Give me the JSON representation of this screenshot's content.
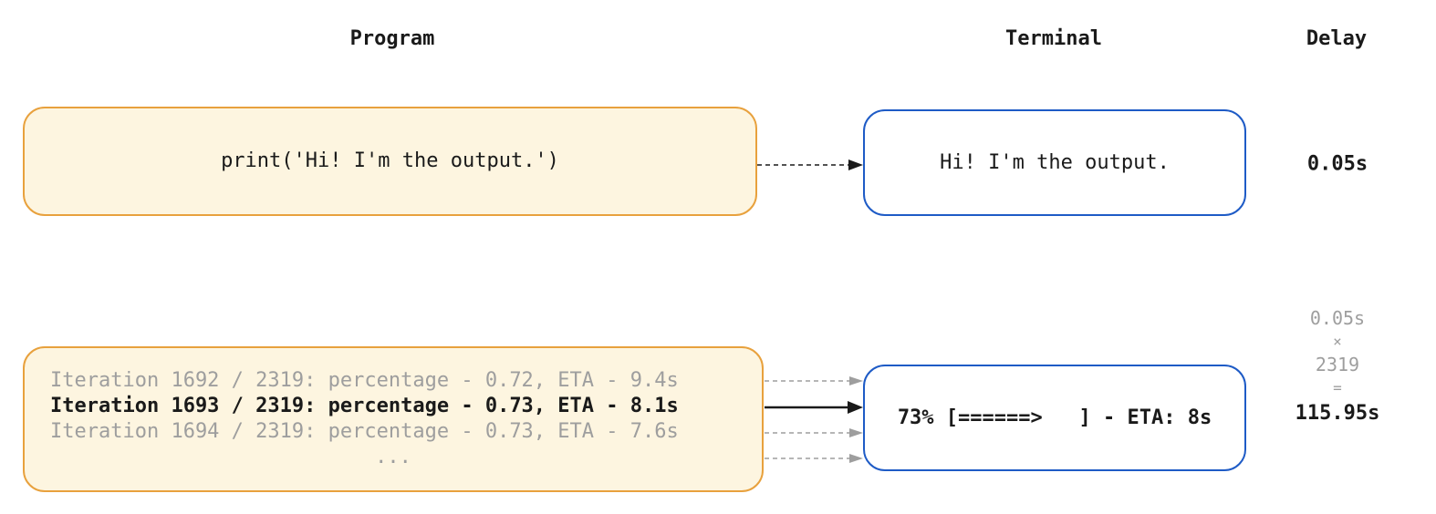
{
  "headers": {
    "program": "Program",
    "terminal": "Terminal",
    "delay": "Delay"
  },
  "rows": [
    {
      "program_lines": [
        {
          "text": "print('Hi! I'm the output.')"
        }
      ],
      "terminal": "Hi! I'm the output.",
      "delay": "0.05s"
    },
    {
      "program_lines": [
        {
          "text": "Iteration 1692 / 2319: percentage - 0.72, ETA - 9.4s"
        },
        {
          "text": "Iteration 1693 / 2319: percentage - 0.73, ETA - 8.1s"
        },
        {
          "text": "Iteration 1694 / 2319: percentage - 0.73, ETA - 7.6s"
        },
        {
          "text": "..."
        }
      ],
      "terminal": "73% [======>   ] - ETA: 8s",
      "delay_calc": [
        "0.05s",
        "×",
        "2319",
        "=",
        "115.95s"
      ]
    }
  ],
  "colors": {
    "box-orange-border": "#e8a13d",
    "box-orange-fill": "#fdf5e0",
    "box-blue-border": "#1e5bc6",
    "ink": "#1a1a1a",
    "muted": "#9e9e9e"
  }
}
